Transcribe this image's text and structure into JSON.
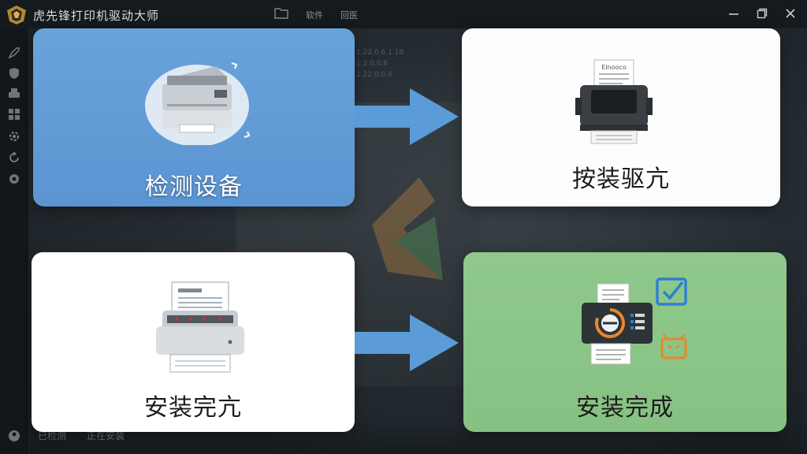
{
  "window": {
    "title": "虎先锋打印机驱动大师"
  },
  "toolbar": {
    "items": [
      "软件",
      "回医"
    ]
  },
  "background": {
    "info_lines": [
      "1.22.0.6.1.1B",
      "1.2.0.0.6",
      "1.22.0.0.6"
    ],
    "status": [
      "已检测",
      "正在安装"
    ]
  },
  "steps": [
    {
      "label": "检测设备",
      "icon": "multifunction-printer-scan-icon",
      "color": "#5b95d2"
    },
    {
      "label": "按装驱亢",
      "icon": "printer-loading-paper-icon",
      "color": "#fdfdfd"
    },
    {
      "label": "安装完亢",
      "icon": "printer-printing-icon",
      "color": "#ffffff"
    },
    {
      "label": "安装完成",
      "icon": "install-complete-icon",
      "color": "#86c183"
    }
  ],
  "colors": {
    "arrow": "#5b9bd8",
    "accent_blue": "#2f7fd1",
    "accent_orange": "#e8872a"
  }
}
